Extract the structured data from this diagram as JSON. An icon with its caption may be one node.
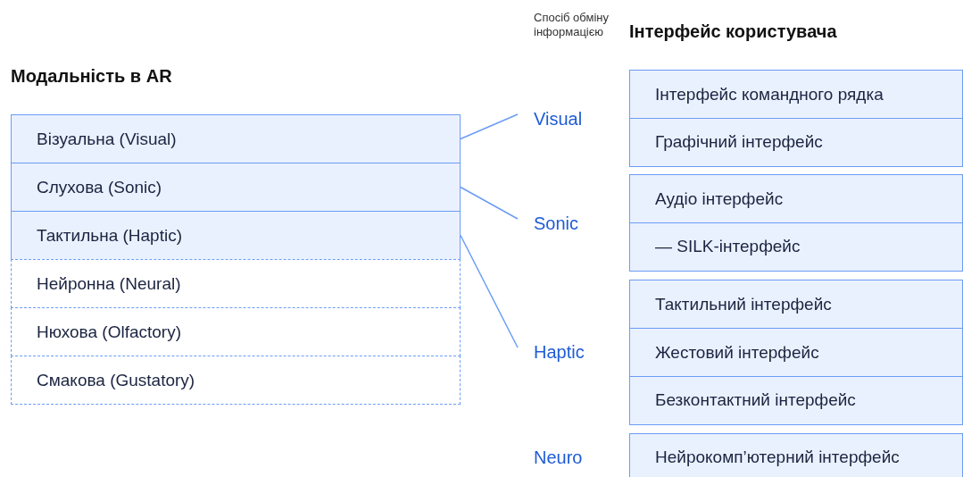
{
  "diagram": {
    "nodes": [
      {
        "text": [
          "Візуальна (Visual)"
        ]
      },
      {
        "text": [
          "Слухова (Sonic)"
        ]
      },
      {
        "text": [
          "Тактильна (Haptic)"
        ]
      },
      {
        "text": [
          "Нейронна (Neural)"
        ]
      },
      {
        "text": [
          "Нюхова (Olfactory)"
        ]
      },
      {
        "text": [
          "Смакова (Gustatory)"
        ]
      },
      {
        "text": [
          "Visual"
        ]
      },
      {
        "text": [
          "Sonic"
        ]
      },
      {
        "text": [
          "Haptic"
        ]
      },
      {
        "text": [
          "Neuro"
        ]
      },
      {
        "text": [],
        "shape": "box"
      },
      {
        "text": [
          "Інтерфейс командного рядка"
        ],
        "in": 10
      },
      {
        "text": [
          "Графічний інтерфейс"
        ],
        "in": 10
      },
      {
        "text": [],
        "shape": "box"
      },
      {
        "text": [
          "Аудіо інтерфейс"
        ],
        "in": 13
      },
      {
        "text": [
          "— SILK-інтерфейс"
        ],
        "in": 13
      },
      {
        "text": [],
        "shape": "box"
      },
      {
        "text": [
          "Тактильний інтерфейс"
        ],
        "in": 16
      },
      {
        "text": [
          "Жестовий інтерфейс"
        ],
        "in": 16
      },
      {
        "text": [
          "Безконтактний інтерфейс"
        ],
        "in": 16
      },
      {
        "text": [],
        "shape": "box"
      },
      {
        "text": [
          "Нейрокомп’ютерний інтерфейс"
        ],
        "in": 20
      }
    ],
    "edges": [
      {
        "from": 0,
        "to": 6,
        "arrow": "none"
      },
      {
        "from": 1,
        "to": 7,
        "arrow": "none"
      },
      {
        "from": 2,
        "to": 8,
        "arrow": "none"
      }
    ],
    "labels": [
      "Спосіб обміну інформацією",
      "Інтерфейс користувача",
      "Модальність в AR"
    ]
  }
}
